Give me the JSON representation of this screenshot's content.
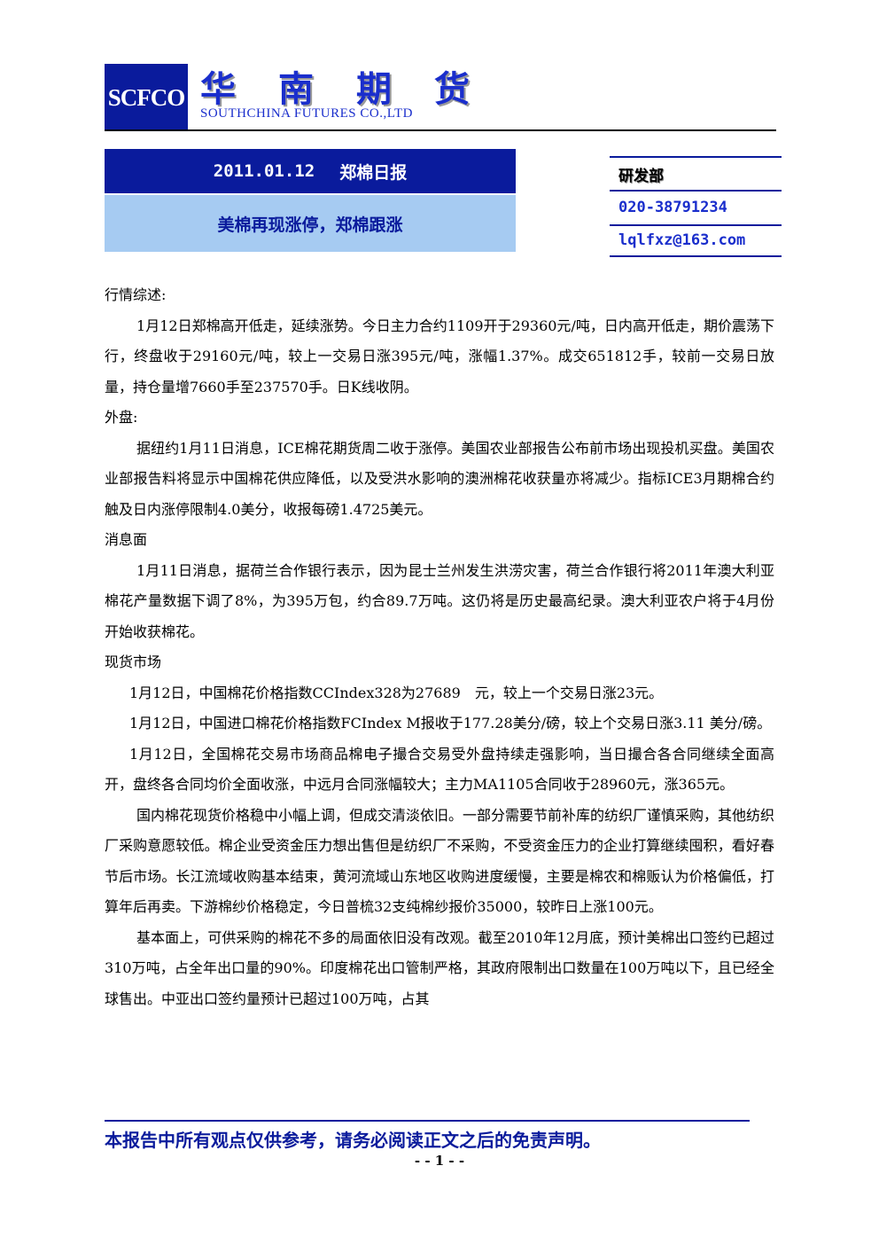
{
  "header": {
    "logo": "SCFCO",
    "company_cn": "华南期货",
    "company_en": "SOUTHCHINA FUTURES CO.,LTD"
  },
  "title": {
    "date": "2011.01.12",
    "report": "郑棉日报",
    "headline": "美棉再现涨停，郑棉跟涨"
  },
  "department": {
    "name": "研发部",
    "phone": "020-38791234",
    "email": "lqlfxz@163.com"
  },
  "body": [
    {
      "type": "heading",
      "text": "行情综述:"
    },
    {
      "type": "indent",
      "text": "1月12日郑棉高开低走，延续涨势。今日主力合约1109开于29360元/吨，日内高开低走，期价震荡下行，终盘收于29160元/吨，较上一交易日涨395元/吨，涨幅1.37%。成交651812手，较前一交易日放量，持仓量增7660手至237570手。日K线收阴。"
    },
    {
      "type": "heading",
      "text": "外盘:"
    },
    {
      "type": "indent",
      "text": "据纽约1月11日消息，ICE棉花期货周二收于涨停。美国农业部报告公布前市场出现投机买盘。美国农业部报告料将显示中国棉花供应降低，以及受洪水影响的澳洲棉花收获量亦将减少。指标ICE3月期棉合约触及日内涨停限制4.0美分，收报每磅1.4725美元。"
    },
    {
      "type": "heading",
      "text": "消息面"
    },
    {
      "type": "indent",
      "text": "1月11日消息，据荷兰合作银行表示，因为昆士兰州发生洪涝灾害，荷兰合作银行将2011年澳大利亚棉花产量数据下调了8%，为395万包，约合89.7万吨。这仍将是历史最高纪录。澳大利亚农户将于4月份开始收获棉花。"
    },
    {
      "type": "heading",
      "text": "现货市场"
    },
    {
      "type": "indent2",
      "text": "1月12日，中国棉花价格指数CCIndex328为27689　元，较上一个交易日涨23元。"
    },
    {
      "type": "indent2",
      "text": "1月12日，中国进口棉花价格指数FCIndex M报收于177.28美分/磅，较上个交易日涨3.11 美分/磅。"
    },
    {
      "type": "indent2",
      "text": "1月12日，全国棉花交易市场商品棉电子撮合交易受外盘持续走强影响，当日撮合各合同继续全面高开，盘终各合同均价全面收涨，中远月合同涨幅较大；主力MA1105合同收于28960元，涨365元。"
    },
    {
      "type": "indent",
      "text": "国内棉花现货价格稳中小幅上调，但成交清淡依旧。一部分需要节前补库的纺织厂谨慎采购，其他纺织厂采购意愿较低。棉企业受资金压力想出售但是纺织厂不采购，不受资金压力的企业打算继续囤积，看好春节后市场。长江流域收购基本结束，黄河流域山东地区收购进度缓慢，主要是棉农和棉贩认为价格偏低，打算年后再卖。下游棉纱价格稳定，今日普梳32支纯棉纱报价35000，较昨日上涨100元。"
    },
    {
      "type": "indent",
      "text": "基本面上，可供采购的棉花不多的局面依旧没有改观。截至2010年12月底，预计美棉出口签约已超过310万吨，占全年出口量的90%。印度棉花出口管制严格，其政府限制出口数量在100万吨以下，且已经全球售出。中亚出口签约量预计已超过100万吨，占其"
    }
  ],
  "footer": {
    "disclaimer": "本报告中所有观点仅供参考，请务必阅读正文之后的免责声明。",
    "page": "- - 1 - -"
  }
}
